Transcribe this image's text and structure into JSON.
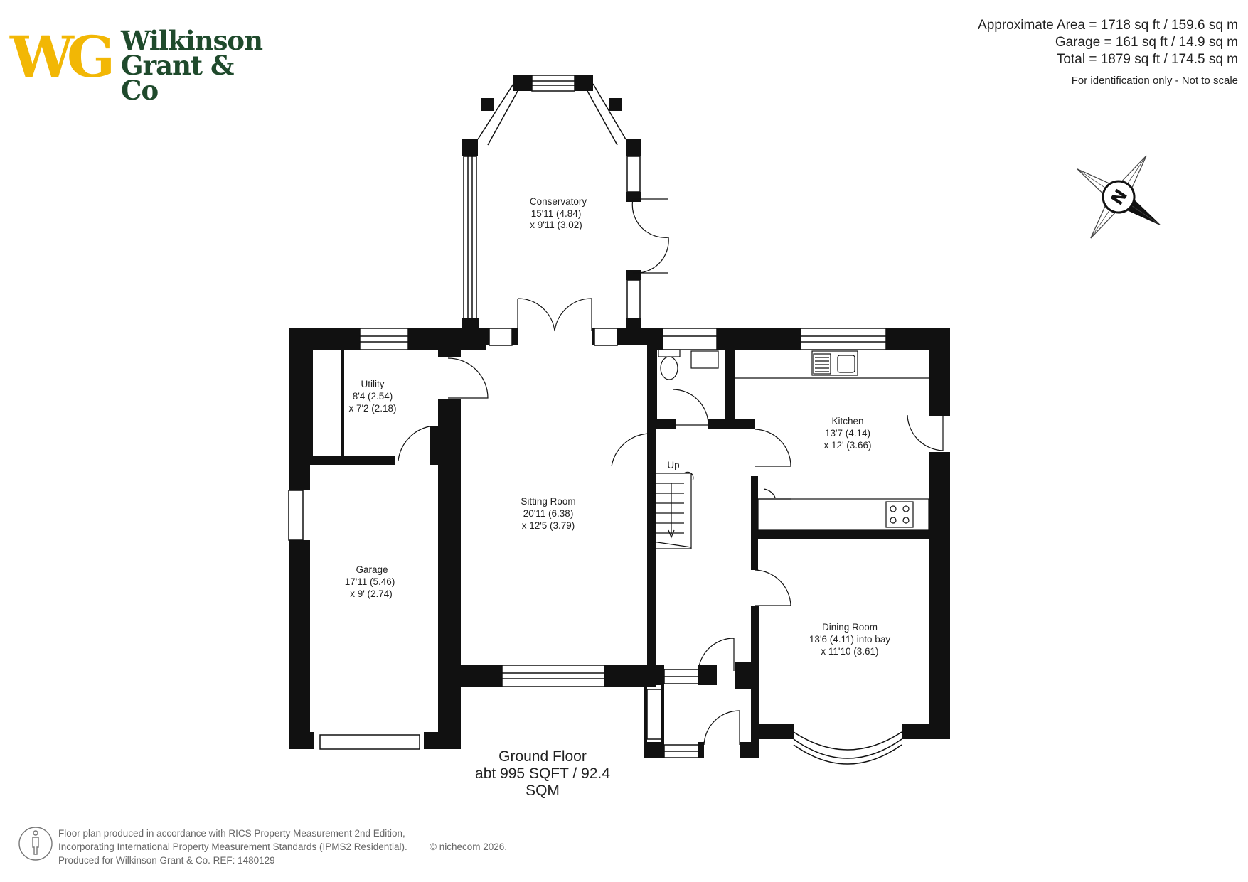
{
  "logo": {
    "monogram": "WG",
    "name_line1": "Wilkinson",
    "name_line2": "Grant & Co",
    "colors": {
      "monogram": "#f2b705",
      "name": "#1f4a2c"
    }
  },
  "area_summary": {
    "approximate_area": "Approximate Area = 1718 sq ft / 159.6 sq m",
    "garage": "Garage = 161 sq ft / 14.9 sq m",
    "total": "Total = 1879 sq ft / 174.5 sq m",
    "note": "For identification only - Not to scale"
  },
  "compass": {
    "label": "N",
    "icon": "compass-icon"
  },
  "rooms": {
    "conservatory": {
      "name": "Conservatory",
      "dim1": "15'11 (4.84)",
      "dim2": "x 9'11 (3.02)"
    },
    "utility": {
      "name": "Utility",
      "dim1": "8'4 (2.54)",
      "dim2": "x 7'2 (2.18)"
    },
    "sitting_room": {
      "name": "Sitting Room",
      "dim1": "20'11 (6.38)",
      "dim2": "x 12'5 (3.79)"
    },
    "kitchen": {
      "name": "Kitchen",
      "dim1": "13'7 (4.14)",
      "dim2": "x 12' (3.66)"
    },
    "garage": {
      "name": "Garage",
      "dim1": "17'11 (5.46)",
      "dim2": "x 9' (2.74)"
    },
    "dining_room": {
      "name": "Dining Room",
      "dim1": "13'6 (4.11) into bay",
      "dim2": "x 11'10 (3.61)"
    },
    "stairs": {
      "label": "Up"
    }
  },
  "floor": {
    "name": "Ground Floor",
    "area": "abt 995 SQFT / 92.4 SQM"
  },
  "footer": {
    "line1": "Floor plan produced in accordance with RICS Property Measurement 2nd Edition,",
    "line2": "Incorporating International Property Measurement Standards (IPMS2 Residential).",
    "line3": "Produced for Wilkinson Grant & Co.   REF:  1480129",
    "copyright": "© nichecom   2026."
  }
}
